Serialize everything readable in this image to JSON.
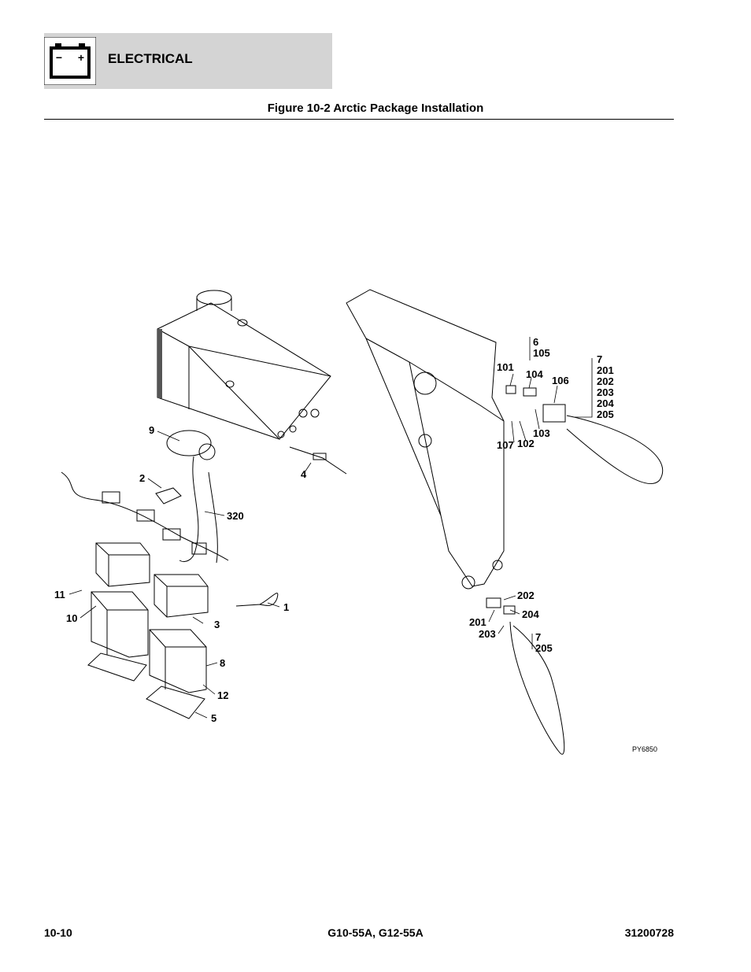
{
  "header": {
    "section": "ELECTRICAL",
    "icon": "battery-icon",
    "minus": "−",
    "plus": "+"
  },
  "figure": {
    "title": "Figure 10-2 Arctic Package Installation",
    "drawing_id": "PY6850"
  },
  "callouts": {
    "c1": "1",
    "c2": "2",
    "c3": "3",
    "c4": "4",
    "c5": "5",
    "c8": "8",
    "c9": "9",
    "c10": "10",
    "c11": "11",
    "c12": "12",
    "c320": "320",
    "c6": "6",
    "c105": "105",
    "c101": "101",
    "c104": "104",
    "c106": "106",
    "c103": "103",
    "c107": "107",
    "c102": "102",
    "c7a": "7",
    "c201a": "201",
    "c202a": "202",
    "c203a": "203",
    "c204a": "204",
    "c205a": "205",
    "c202b": "202",
    "c204b": "204",
    "c201b": "201",
    "c203b": "203",
    "c7b": "7",
    "c205b": "205"
  },
  "footer": {
    "page": "10-10",
    "model": "G10-55A, G12-55A",
    "doc_number": "31200728"
  }
}
